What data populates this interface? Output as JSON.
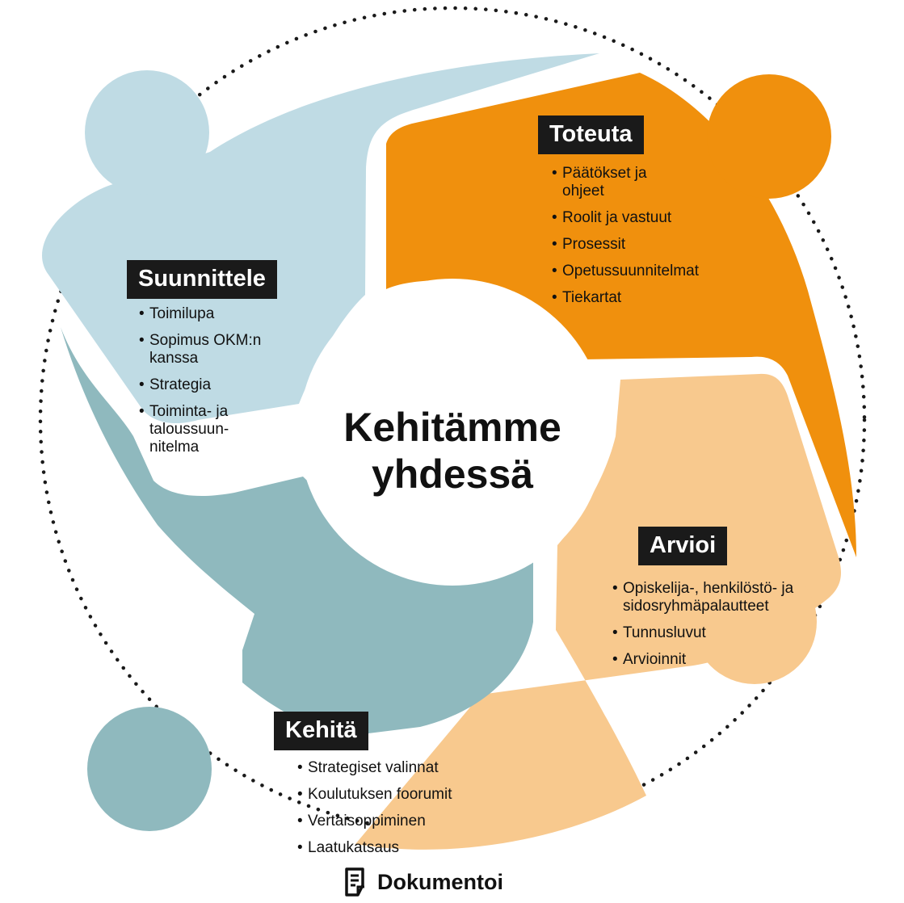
{
  "center": {
    "line1": "Kehitämme",
    "line2": "yhdessä"
  },
  "segments": {
    "suunnittele": {
      "title": "Suunnittele",
      "items": [
        "Toimilupa",
        "Sopimus OKM:n kanssa",
        "Strategia",
        "Toiminta- ja taloussuun-nitelma"
      ],
      "color": "#bfdbe4"
    },
    "toteuta": {
      "title": "Toteuta",
      "items": [
        "Päätökset ja ohjeet",
        "Roolit ja vastuut",
        "Prosessit",
        "Opetussuunnitelmat",
        "Tiekartat"
      ],
      "color": "#f0900d"
    },
    "arvioi": {
      "title": "Arvioi",
      "items": [
        "Opiskelija-, henkilöstö- ja sidosryhmäpalautteet",
        "Tunnusluvut",
        "Arvioinnit"
      ],
      "color": "#f8c98e"
    },
    "kehita": {
      "title": "Kehitä",
      "items": [
        "Strategiset valinnat",
        "Koulutuksen foorumit",
        "Vertaisoppiminen",
        "Laatukatsaus"
      ],
      "color": "#8fb9be"
    }
  },
  "footer": {
    "label": "Dokumentoi",
    "icon": "document-icon"
  }
}
